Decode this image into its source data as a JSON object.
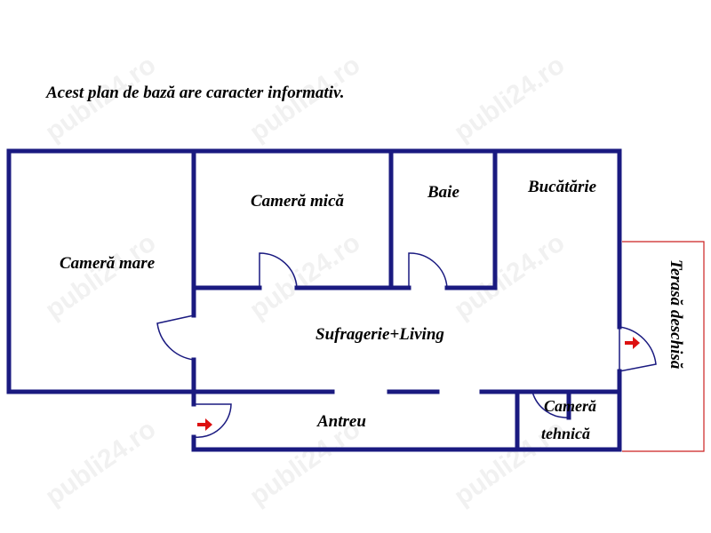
{
  "note": "Acest plan de bază are caracter informativ.",
  "watermark": "publi24.ro",
  "rooms": {
    "camera_mare": "Cameră mare",
    "camera_mica": "Cameră mică",
    "baie": "Baie",
    "bucatarie": "Bucătărie",
    "sufragerie": "Sufragerie+Living",
    "antreu": "Antreu",
    "camera_tehnica_line1": "Cameră",
    "camera_tehnica_line2": "tehnică",
    "terasa": "Terasă deschisă"
  },
  "colors": {
    "walls": "#1a1a80",
    "terrace_outline": "#cc2222",
    "door_arrows": "#dd1111",
    "text": "#000000"
  }
}
